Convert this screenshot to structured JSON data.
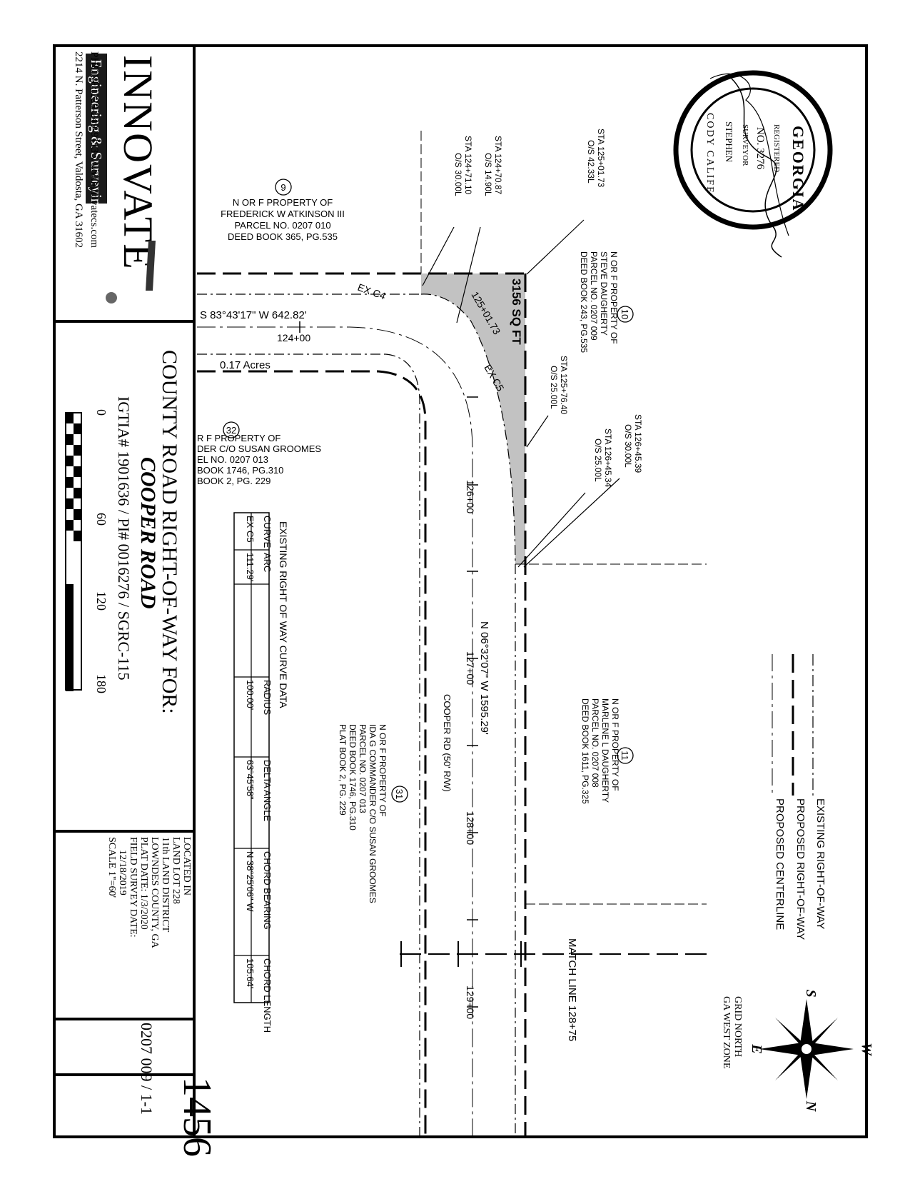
{
  "title_block": {
    "company": "INNOVATE",
    "company_sub": "Engineering & Surveying",
    "phone_line": "PHONE: 229-249-9113  www.innovatecs.com",
    "address_line": "2214 N. Patterson Street, Valdosta, GA 31602",
    "title_line1": "COUNTY ROAD RIGHT-OF-WAY FOR:",
    "title_line2": "COOPER ROAD",
    "project_ids": "IGTIA# 1901636 / PI# 0016276 / SGRC-115",
    "scale_ticks": [
      "0",
      "60",
      "120",
      "180"
    ],
    "location_lines": [
      "LOCATED IN",
      "LAND LOT 228",
      "11th LAND DISTRICT",
      "LOWNDES COUNTY, GA",
      "PLAT DATE: 1/3/2020",
      "FIELD SURVEY DATE:",
      "12/18/2019",
      "SCALE 1\"=60'"
    ],
    "parcel_ref": "0207 009 / 1-1",
    "sheet_number": "1456"
  },
  "seal": {
    "state": "GEORGIA",
    "registered": "REGISTERED",
    "number": "NO. 3276",
    "surveyor": "SURVEYOR",
    "name_top": "STEPHEN",
    "name_bottom": "CODY CALIFF"
  },
  "legend": {
    "existing": "EXISTING RIGHT-OF-WAY",
    "proposed": "PROPOSED RIGHT-OF-WAY",
    "centerline": "PROPOSED CENTERLINE"
  },
  "north_arrow": {
    "n": "N",
    "s": "S",
    "e": "E",
    "w": "W",
    "label1": "GRID NORTH",
    "label2": "GA WEST ZONE"
  },
  "parcels": {
    "p9": {
      "num": "9",
      "lines": [
        "N OR F PROPERTY OF",
        "FREDERICK W ATKINSON III",
        "PARCEL NO. 0207 010",
        "DEED BOOK 365, PG.535"
      ]
    },
    "p10": {
      "num": "10",
      "lines": [
        "N OR F PROPERTY OF",
        "STEVE DAUGHERTY",
        "PARCEL NO. 0207 009",
        "DEED BOOK 243, PG.535"
      ]
    },
    "p11": {
      "num": "11",
      "lines": [
        "N OR F PROPERTY OF",
        "MARLENE L DAUGHERTY",
        "PARCEL NO. 0207 008",
        "DEED BOOK 1611, PG.325"
      ]
    },
    "p31": {
      "num": "31",
      "lines": [
        "N OR F PROPERTY OF",
        "IDA G COMMANDER C/O SUSAN GROOMES",
        "PARCEL NO. 0207 013",
        "DEED BOOK 1746, PG.310",
        "PLAT BOOK 2, PG. 229"
      ]
    },
    "p32": {
      "num": "32",
      "lines": [
        "R F PROPERTY OF",
        "DER C/O SUSAN GROOMES",
        "EL NO. 0207 013",
        "BOOK 1746, PG.310",
        "BOOK 2, PG. 229"
      ]
    }
  },
  "stations": {
    "s12470": [
      "STA 124+70.87",
      "O/S 14.90L"
    ],
    "s12471": [
      "STA 124+71.10",
      "O/S 30.00L"
    ],
    "s12501": [
      "STA 125+01.73",
      "O/S 42.33L"
    ],
    "s12576": [
      "STA 125+76.40",
      "O/S 25.00L"
    ],
    "s12645a": [
      "STA 126+45.39",
      "O/S 30.00L"
    ],
    "s12645b": [
      "STA 126+45.34",
      "O/S 25.00L"
    ]
  },
  "labels": {
    "bearing1": "S 83°43'17\" W   642.82'",
    "bearing2": "N 06°32'07\" W   1595.29'",
    "station_124": "124+00",
    "station_126": "126+00",
    "station_127": "127+00",
    "station_128": "128+00",
    "station_129": "129+00",
    "acres": "0.17 Acres",
    "area": "3156 SQ FT",
    "pc_station": "125+01.73",
    "ex_c4": "EX C4",
    "ex_c5": "EX C5",
    "road": "COOPER RD (50' R/W)",
    "match_line": "MATCH LINE 128+75"
  },
  "curve_table": {
    "title": "EXISTING RIGHT OF WAY CURVE DATA",
    "headers": [
      "CURVE",
      "ARC",
      "RADIUS",
      "DELTA ANGLE",
      "CHORD BEARING",
      "CHORD LENGTH"
    ],
    "rows": [
      [
        "EX C5",
        "111.29'",
        "100.00'",
        "63°45'58\"",
        "N 38°25'06\" W",
        "105.64'"
      ]
    ]
  }
}
